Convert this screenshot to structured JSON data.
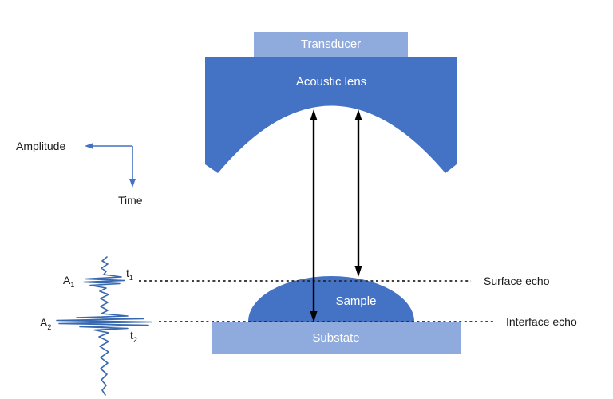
{
  "colors": {
    "shape_blue": "#4472C4",
    "light_blue": "#8FAADC",
    "waveform_blue": "#3868B0",
    "axis_blue": "#4472C4",
    "line_dark": "#262626",
    "text_dark": "#1a1a1a",
    "label_white": "#ffffff"
  },
  "diagram": {
    "transducer_label": "Transducer",
    "lens_label": "Acoustic lens",
    "sample_label": "Sample",
    "substrate_label": "Substate",
    "surface_echo_label": "Surface echo",
    "interface_echo_label": "Interface echo"
  },
  "axes": {
    "amplitude_label": "Amplitude",
    "time_label": "Time"
  },
  "signal": {
    "a1": {
      "base": "A",
      "sub": "1"
    },
    "t1": {
      "base": "t",
      "sub": "1"
    },
    "a2": {
      "base": "A",
      "sub": "2"
    },
    "t2": {
      "base": "t",
      "sub": "2"
    }
  }
}
